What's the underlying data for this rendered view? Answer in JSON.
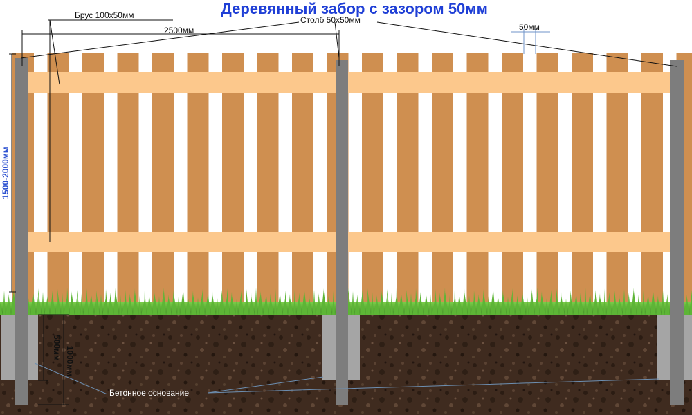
{
  "title": "Деревянный забор с зазором 50мм",
  "labels": {
    "beam": "Брус 100х50мм",
    "span": "2500мм",
    "post": "Столб 50х50мм",
    "gap": "50мм",
    "height": "1500-2000мм",
    "depth_concrete": "500мм",
    "depth_post": "1000мм",
    "foundation": "Бетонное основание"
  },
  "colors": {
    "title": "#1f3fd6",
    "height_label": "#2a4fd0",
    "picket": "#cf8f50",
    "rail": "#fcc88c",
    "post": "#7d7d7d",
    "concrete": "#a5a5a5",
    "soil": "#3f2b1f",
    "grass": "#4fa82f",
    "dimension_line": "#111111",
    "gap_marker": "#6f93c8"
  }
}
